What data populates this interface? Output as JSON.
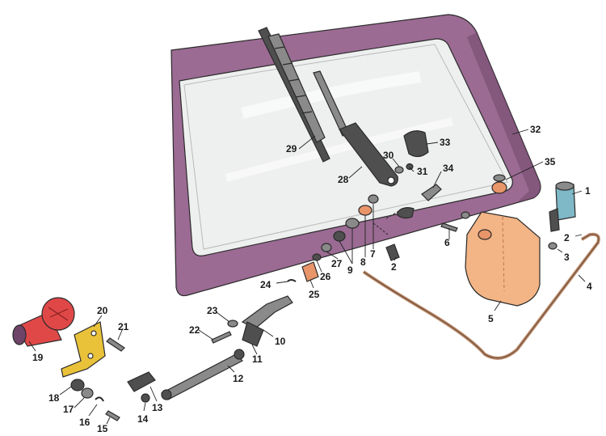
{
  "colors": {
    "frame": "#9b6b93",
    "frame_dark": "#6e4468",
    "glass": "#eef0ef",
    "metal": "#8a8a8a",
    "metal_dark": "#4f4f4f",
    "motor": "#e04848",
    "bracket": "#e9c23a",
    "bushing": "#e8956a",
    "tank": "#f3b486",
    "pump": "#7fb8c6",
    "hose": "#b98a6a"
  },
  "labels": [
    {
      "id": "1",
      "text": "1"
    },
    {
      "id": "2a",
      "text": "2"
    },
    {
      "id": "2b",
      "text": "2"
    },
    {
      "id": "3",
      "text": "3"
    },
    {
      "id": "4",
      "text": "4"
    },
    {
      "id": "5",
      "text": "5"
    },
    {
      "id": "6",
      "text": "6"
    },
    {
      "id": "7",
      "text": "7"
    },
    {
      "id": "8",
      "text": "8"
    },
    {
      "id": "9",
      "text": "9"
    },
    {
      "id": "10",
      "text": "10"
    },
    {
      "id": "11",
      "text": "11"
    },
    {
      "id": "12",
      "text": "12"
    },
    {
      "id": "13",
      "text": "13"
    },
    {
      "id": "14",
      "text": "14"
    },
    {
      "id": "15",
      "text": "15"
    },
    {
      "id": "16",
      "text": "16"
    },
    {
      "id": "17",
      "text": "17"
    },
    {
      "id": "18",
      "text": "18"
    },
    {
      "id": "19",
      "text": "19"
    },
    {
      "id": "20",
      "text": "20"
    },
    {
      "id": "21",
      "text": "21"
    },
    {
      "id": "22",
      "text": "22"
    },
    {
      "id": "23",
      "text": "23"
    },
    {
      "id": "24",
      "text": "24"
    },
    {
      "id": "25",
      "text": "25"
    },
    {
      "id": "26",
      "text": "26"
    },
    {
      "id": "27",
      "text": "27"
    },
    {
      "id": "28",
      "text": "28"
    },
    {
      "id": "29",
      "text": "29"
    },
    {
      "id": "30",
      "text": "30"
    },
    {
      "id": "31",
      "text": "31"
    },
    {
      "id": "32",
      "text": "32"
    },
    {
      "id": "33",
      "text": "33"
    },
    {
      "id": "34",
      "text": "34"
    },
    {
      "id": "35",
      "text": "35"
    }
  ]
}
